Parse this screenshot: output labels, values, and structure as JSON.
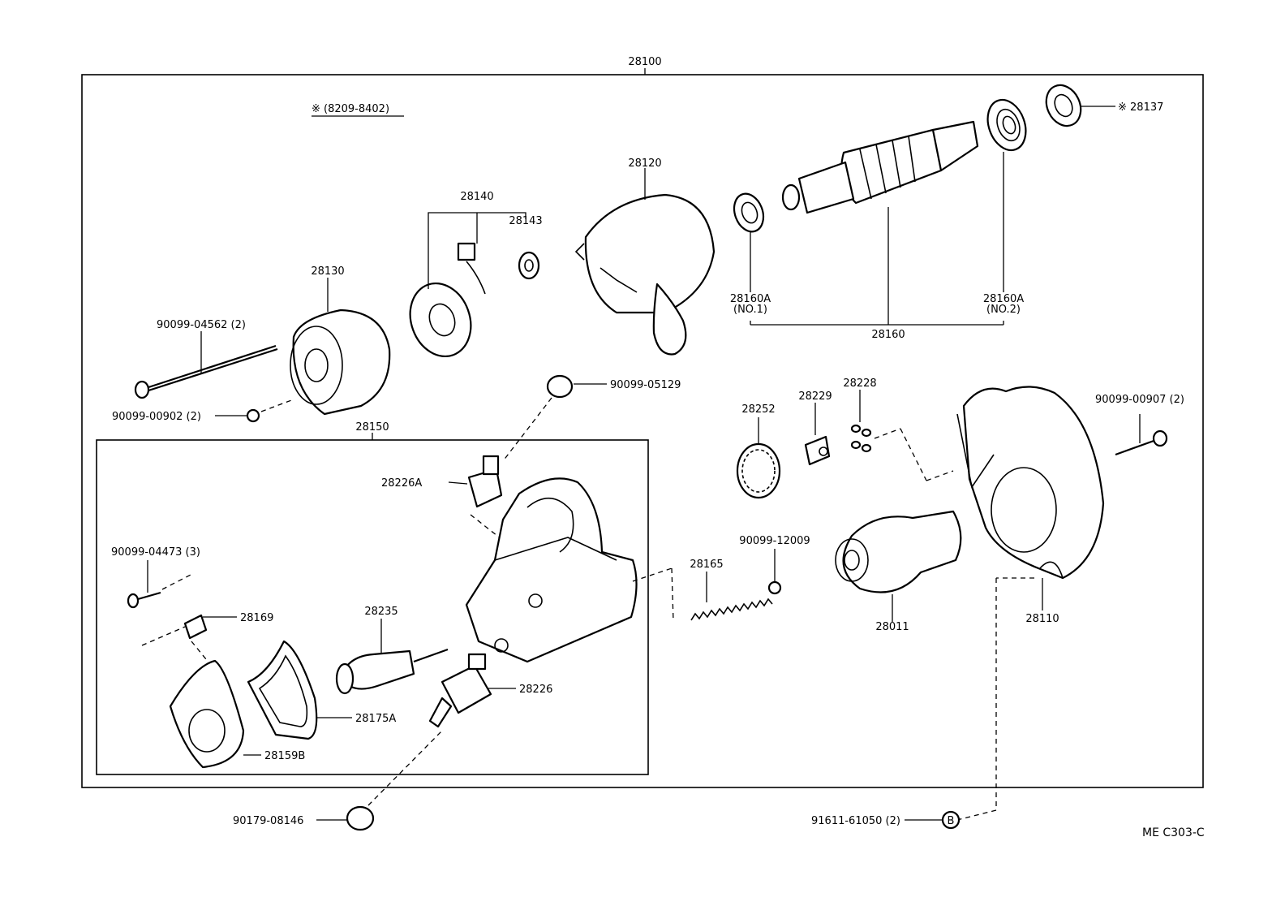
{
  "diagram": {
    "code": "ME  C303-C",
    "assembly_label": "28100",
    "note": "※  (8209-8402)",
    "callout_b": "B",
    "sub_assembly_label": "28150"
  },
  "labels": {
    "p28137": "※ 28137",
    "p28120": "28120",
    "p28140": "28140",
    "p28143": "28143",
    "p28130": "28130",
    "p90099_04562": "90099-04562 (2)",
    "p90099_00902": "90099-00902 (2)",
    "p28160a_1": "28160A",
    "p28160a_1_sub": "(NO.1)",
    "p28160a_2": "28160A",
    "p28160a_2_sub": "(NO.2)",
    "p28160": "28160",
    "p90099_05129": "90099-05129",
    "p28228": "28228",
    "p28252": "28252",
    "p28229": "28229",
    "p90099_00907": "90099-00907 (2)",
    "p28226a": "28226A",
    "p90099_04473": "90099-04473 (3)",
    "p28169": "28169",
    "p28235": "28235",
    "p28165": "28165",
    "p90099_12009": "90099-12009",
    "p28011": "28011",
    "p28110": "28110",
    "p28226": "28226",
    "p28175a": "28175A",
    "p28159b": "28159B",
    "p90179_08146": "90179-08146",
    "p91611_61050": "91611-61050 (2)"
  }
}
